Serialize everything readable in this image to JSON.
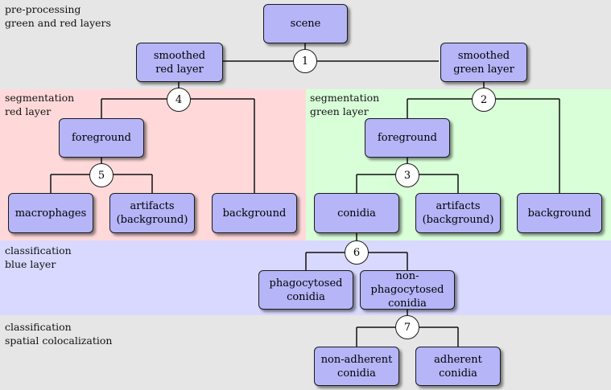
{
  "colors": {
    "band_preprocessing": "#e6e6e6",
    "band_segmentation_red": "#ffd9d9",
    "band_segmentation_green": "#d9ffd9",
    "band_classification_blue": "#d9d9ff",
    "band_colocalization": "#e6e6e6",
    "node_fill": "#b5b5f8",
    "node_border": "#1a1a1a"
  },
  "bands": {
    "preprocessing": {
      "label": "pre-processing\ngreen and red layers"
    },
    "segmentation_red": {
      "label": "segmentation\nred layer"
    },
    "segmentation_green": {
      "label": "segmentation\ngreen layer"
    },
    "classification_blue": {
      "label": "classification\nblue layer"
    },
    "colocalization": {
      "label": "classification\nspatial colocalization"
    }
  },
  "nodes": {
    "scene": "scene",
    "smoothed_red": "smoothed\nred layer",
    "smoothed_green": "smoothed\ngreen layer",
    "foreground_red": "foreground",
    "foreground_green": "foreground",
    "macrophages": "macrophages",
    "artifacts_red": "artifacts\n(background)",
    "background_red": "background",
    "conidia": "conidia",
    "artifacts_green": "artifacts\n(background)",
    "background_green": "background",
    "phagocytosed": "phagocytosed\nconidia",
    "non_phagocytosed": "non-phagocytosed\nconidia",
    "non_adherent": "non-adherent\nconidia",
    "adherent": "adherent\nconidia"
  },
  "steps": {
    "s1": "1",
    "s2": "2",
    "s3": "3",
    "s4": "4",
    "s5": "5",
    "s6": "6",
    "s7": "7"
  }
}
